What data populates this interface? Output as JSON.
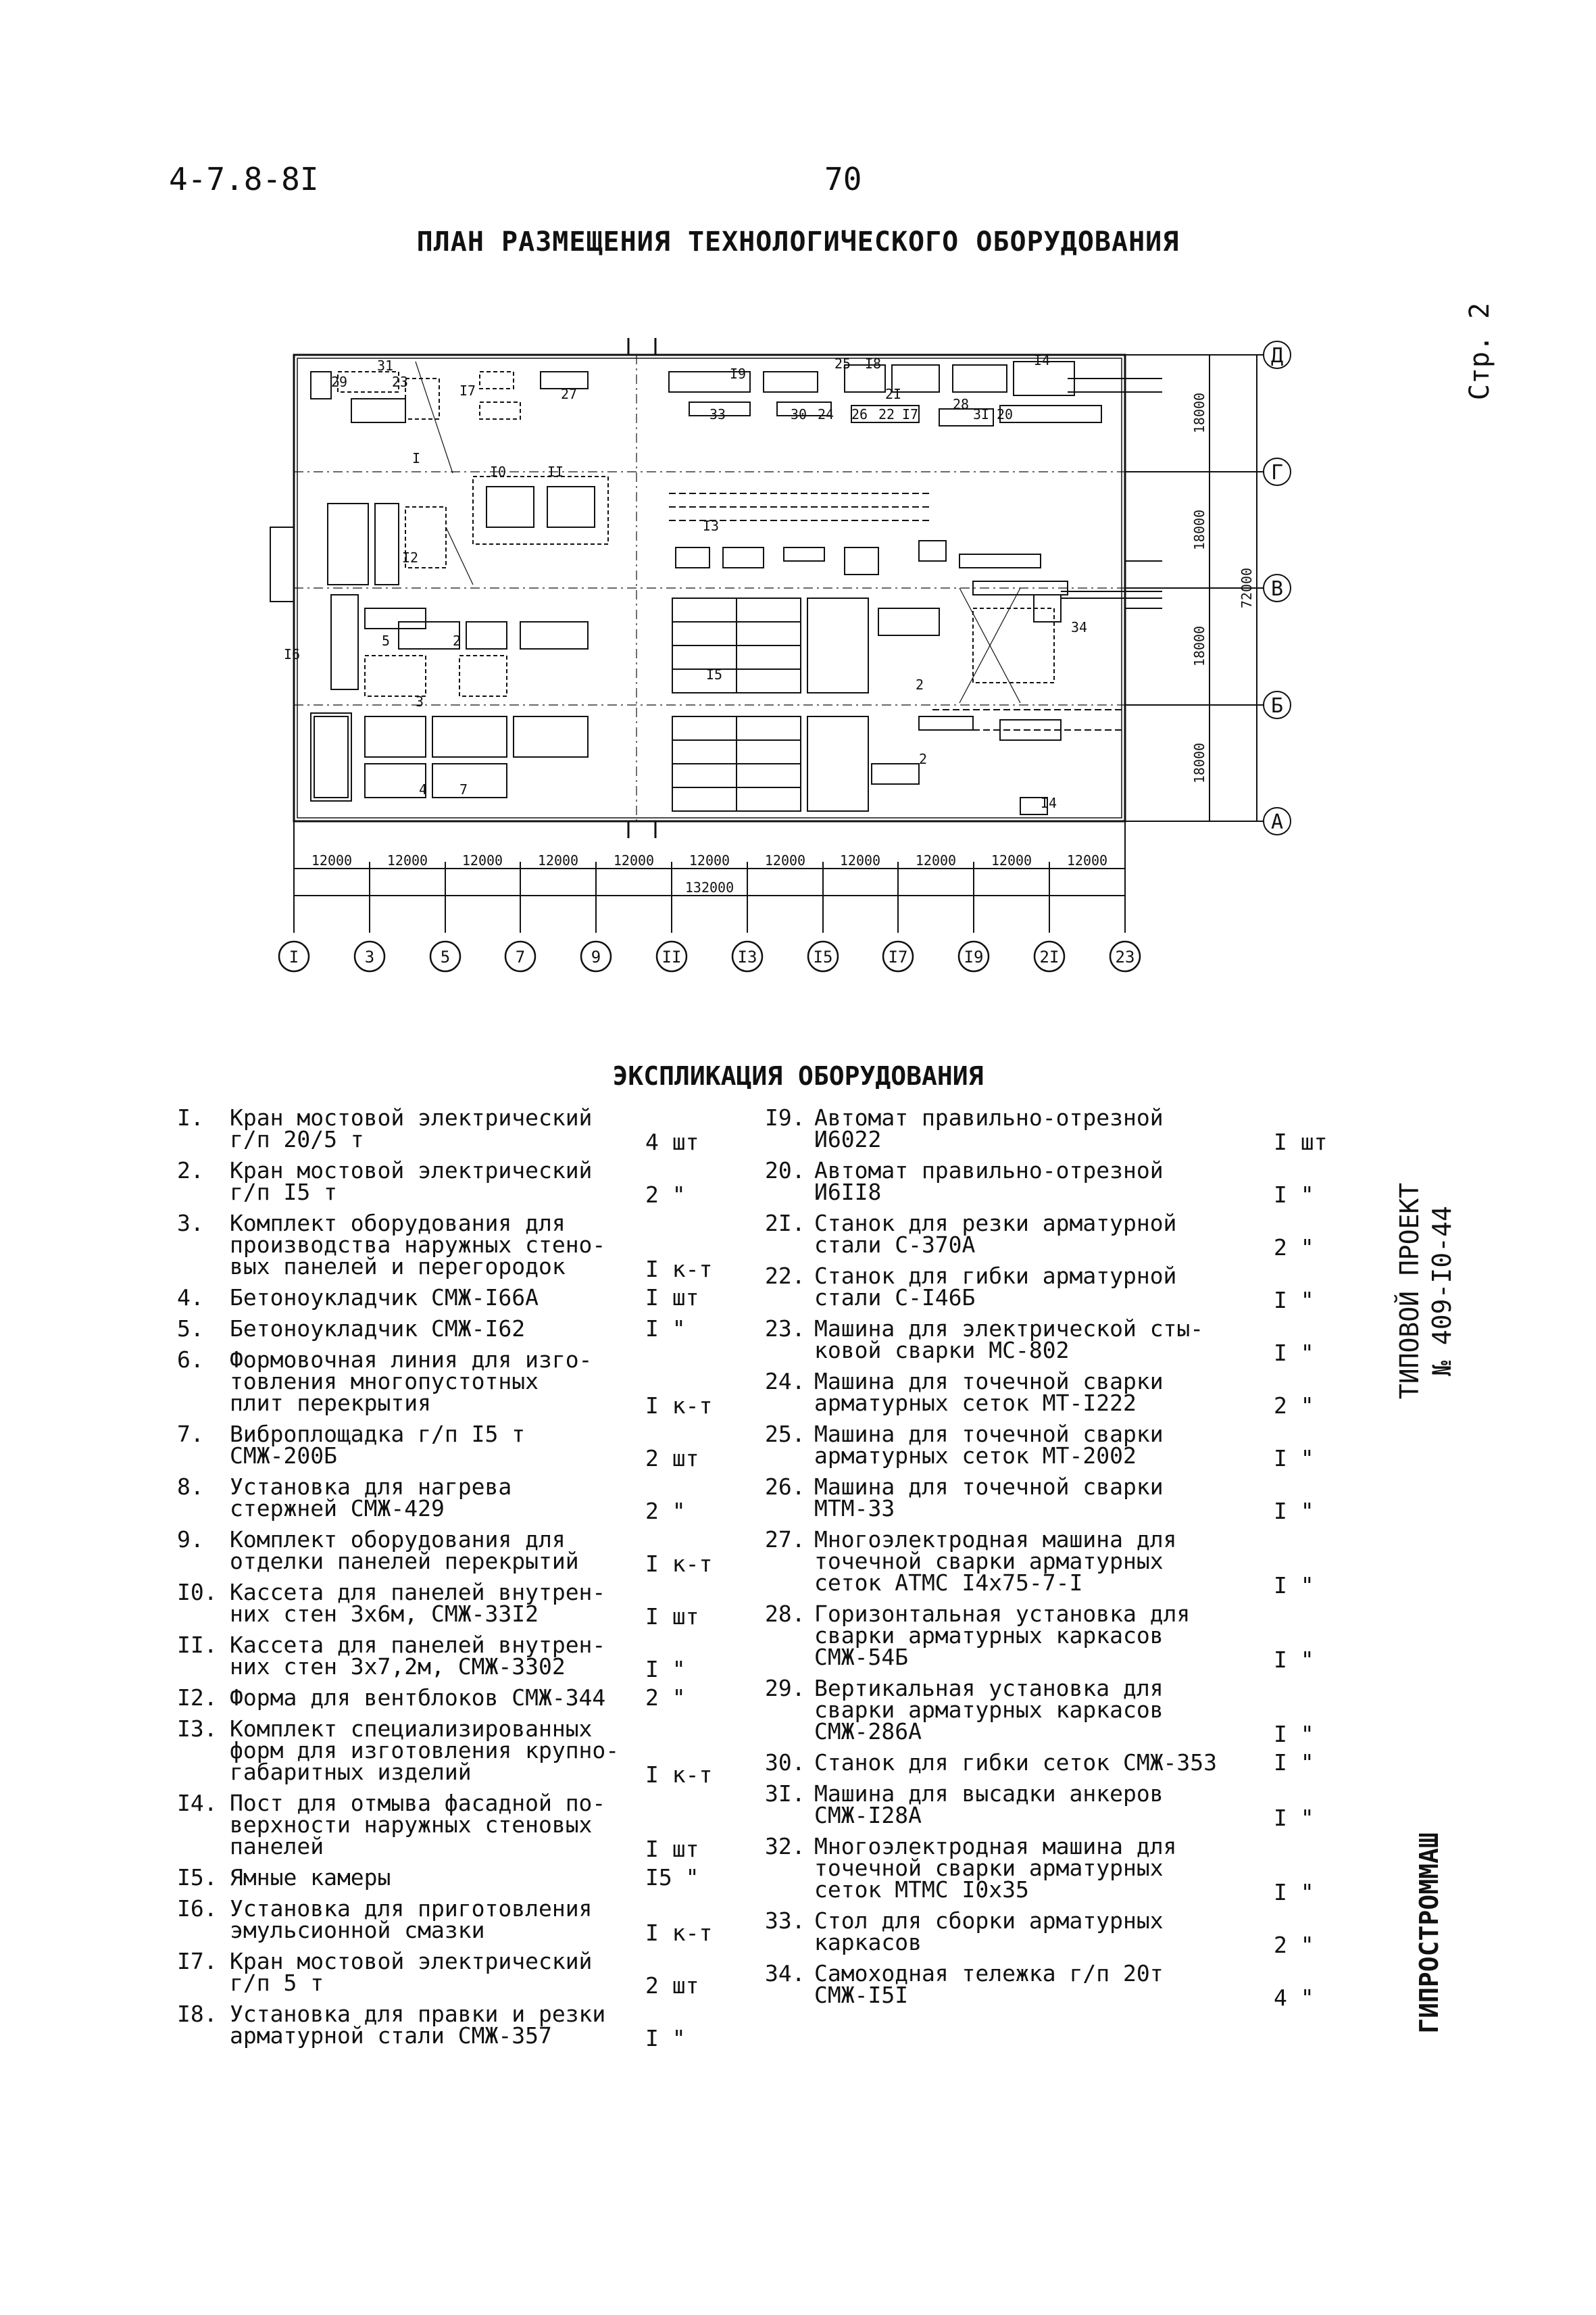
{
  "header": {
    "code": "4-7.8-8I",
    "page_number": "70",
    "title": "ПЛАН РАЗМЕЩЕНИЯ ТЕХНОЛОГИЧЕСКОГО ОБОРУДОВАНИЯ",
    "sheet": "Стр. 2"
  },
  "side": {
    "project_line1": "ТИПОВОЙ ПРОЕКТ",
    "project_line2": "№ 409-I0-44",
    "org": "ГИПРОСТРОММАШ"
  },
  "plan": {
    "row_axes": [
      "Д",
      "Г",
      "В",
      "Б",
      "А"
    ],
    "column_axes": [
      "I",
      "3",
      "5",
      "7",
      "9",
      "II",
      "I3",
      "I5",
      "I7",
      "I9",
      "2I",
      "23"
    ],
    "bay_dimensions": [
      "12000",
      "12000",
      "12000",
      "12000",
      "12000",
      "12000",
      "12000",
      "12000",
      "12000",
      "12000",
      "12000"
    ],
    "total_length": "132000",
    "row_dimensions": [
      "18000",
      "18000",
      "18000",
      "18000"
    ],
    "total_width": "72000",
    "equipment_labels": [
      "I",
      "2",
      "3",
      "4",
      "5",
      "7",
      "I0",
      "II",
      "I2",
      "I3",
      "I4",
      "I5",
      "I6",
      "I7",
      "2I",
      "22",
      "23",
      "24",
      "25",
      "26",
      "27",
      "28",
      "29",
      "30",
      "3I",
      "33",
      "34"
    ]
  },
  "explication": {
    "title": "ЭКСПЛИКАЦИЯ ОБОРУДОВАНИЯ",
    "left": [
      {
        "num": "I.",
        "lines": [
          "Кран мостовой электрический",
          "г/п 20/5 т"
        ],
        "qty": "4 шт"
      },
      {
        "num": "2.",
        "lines": [
          "Кран мостовой электрический",
          "г/п I5 т"
        ],
        "qty": "2 \""
      },
      {
        "num": "3.",
        "lines": [
          "Комплект оборудования для",
          "производства наружных стено-",
          "вых панелей и перегородок"
        ],
        "qty": "I к-т"
      },
      {
        "num": "4.",
        "lines": [
          "Бетоноукладчик СМЖ-I66А"
        ],
        "qty": "I шт"
      },
      {
        "num": "5.",
        "lines": [
          "Бетоноукладчик СМЖ-I62"
        ],
        "qty": "I \""
      },
      {
        "num": "6.",
        "lines": [
          "Формовочная линия для изго-",
          "товления многопустотных",
          "плит перекрытия"
        ],
        "qty": "I к-т"
      },
      {
        "num": "7.",
        "lines": [
          "Виброплощадка г/п I5 т",
          "СМЖ-200Б"
        ],
        "qty": "2 шт"
      },
      {
        "num": "8.",
        "lines": [
          "Установка для нагрева",
          "стержней СМЖ-429"
        ],
        "qty": "2 \""
      },
      {
        "num": "9.",
        "lines": [
          "Комплект оборудования для",
          "отделки панелей перекрытий"
        ],
        "qty": "I к-т"
      },
      {
        "num": "I0.",
        "lines": [
          "Кассета для панелей внутрен-",
          "них стен 3х6м, СМЖ-33I2"
        ],
        "qty": "I шт"
      },
      {
        "num": "II.",
        "lines": [
          "Кассета для панелей внутрен-",
          "них стен 3х7,2м, СМЖ-3302"
        ],
        "qty": "I \""
      },
      {
        "num": "I2.",
        "lines": [
          "Форма для вентблоков СМЖ-344"
        ],
        "qty": "2 \""
      },
      {
        "num": "I3.",
        "lines": [
          "Комплект специализированных",
          "форм для изготовления крупно-",
          "габаритных изделий"
        ],
        "qty": "I к-т"
      },
      {
        "num": "I4.",
        "lines": [
          "Пост для отмыва фасадной по-",
          "верхности наружных стеновых",
          "панелей"
        ],
        "qty": "I шт"
      },
      {
        "num": "I5.",
        "lines": [
          "Ямные камеры"
        ],
        "qty": "I5 \""
      },
      {
        "num": "I6.",
        "lines": [
          "Установка для приготовления",
          "эмульсионной смазки"
        ],
        "qty": "I к-т"
      },
      {
        "num": "I7.",
        "lines": [
          "Кран мостовой электрический",
          "г/п 5 т"
        ],
        "qty": "2 шт"
      },
      {
        "num": "I8.",
        "lines": [
          "Установка для правки и резки",
          "арматурной стали СМЖ-357"
        ],
        "qty": "I \""
      }
    ],
    "right": [
      {
        "num": "I9.",
        "lines": [
          "Автомат правильно-отрезной",
          "И6022"
        ],
        "qty": "I шт"
      },
      {
        "num": "20.",
        "lines": [
          "Автомат правильно-отрезной",
          "И6II8"
        ],
        "qty": "I \""
      },
      {
        "num": "2I.",
        "lines": [
          "Станок для резки арматурной",
          "стали С-370А"
        ],
        "qty": "2 \""
      },
      {
        "num": "22.",
        "lines": [
          "Станок для гибки арматурной",
          "стали С-I46Б"
        ],
        "qty": "I \""
      },
      {
        "num": "23.",
        "lines": [
          "Машина для электрической сты-",
          "ковой сварки МС-802"
        ],
        "qty": "I \""
      },
      {
        "num": "24.",
        "lines": [
          "Машина для точечной сварки",
          "арматурных сеток МТ-I222"
        ],
        "qty": "2 \""
      },
      {
        "num": "25.",
        "lines": [
          "Машина для точечной сварки",
          "арматурных сеток МТ-2002"
        ],
        "qty": "I \""
      },
      {
        "num": "26.",
        "lines": [
          "Машина для точечной сварки",
          "МТМ-33"
        ],
        "qty": "I \""
      },
      {
        "num": "27.",
        "lines": [
          "Многоэлектродная машина для",
          "точечной сварки арматурных",
          "сеток АТМС I4х75-7-I"
        ],
        "qty": "I \""
      },
      {
        "num": "28.",
        "lines": [
          "Горизонтальная установка для",
          "сварки арматурных каркасов",
          "СМЖ-54Б"
        ],
        "qty": "I \""
      },
      {
        "num": "29.",
        "lines": [
          "Вертикальная установка для",
          "сварки арматурных каркасов",
          "СМЖ-286А"
        ],
        "qty": "I \""
      },
      {
        "num": "30.",
        "lines": [
          "Станок для гибки сеток СМЖ-353"
        ],
        "qty": "I \""
      },
      {
        "num": "3I.",
        "lines": [
          "Машина для высадки анкеров",
          "СМЖ-I28А"
        ],
        "qty": "I \""
      },
      {
        "num": "32.",
        "lines": [
          "Многоэлектродная машина для",
          "точечной сварки арматурных",
          "сеток МТМС I0х35"
        ],
        "qty": "I \""
      },
      {
        "num": "33.",
        "lines": [
          "Стол для сборки арматурных",
          "каркасов"
        ],
        "qty": "2 \""
      },
      {
        "num": "34.",
        "lines": [
          "Самоходная тележка г/п 20т",
          "СМЖ-I5I"
        ],
        "qty": "4 \""
      }
    ]
  }
}
